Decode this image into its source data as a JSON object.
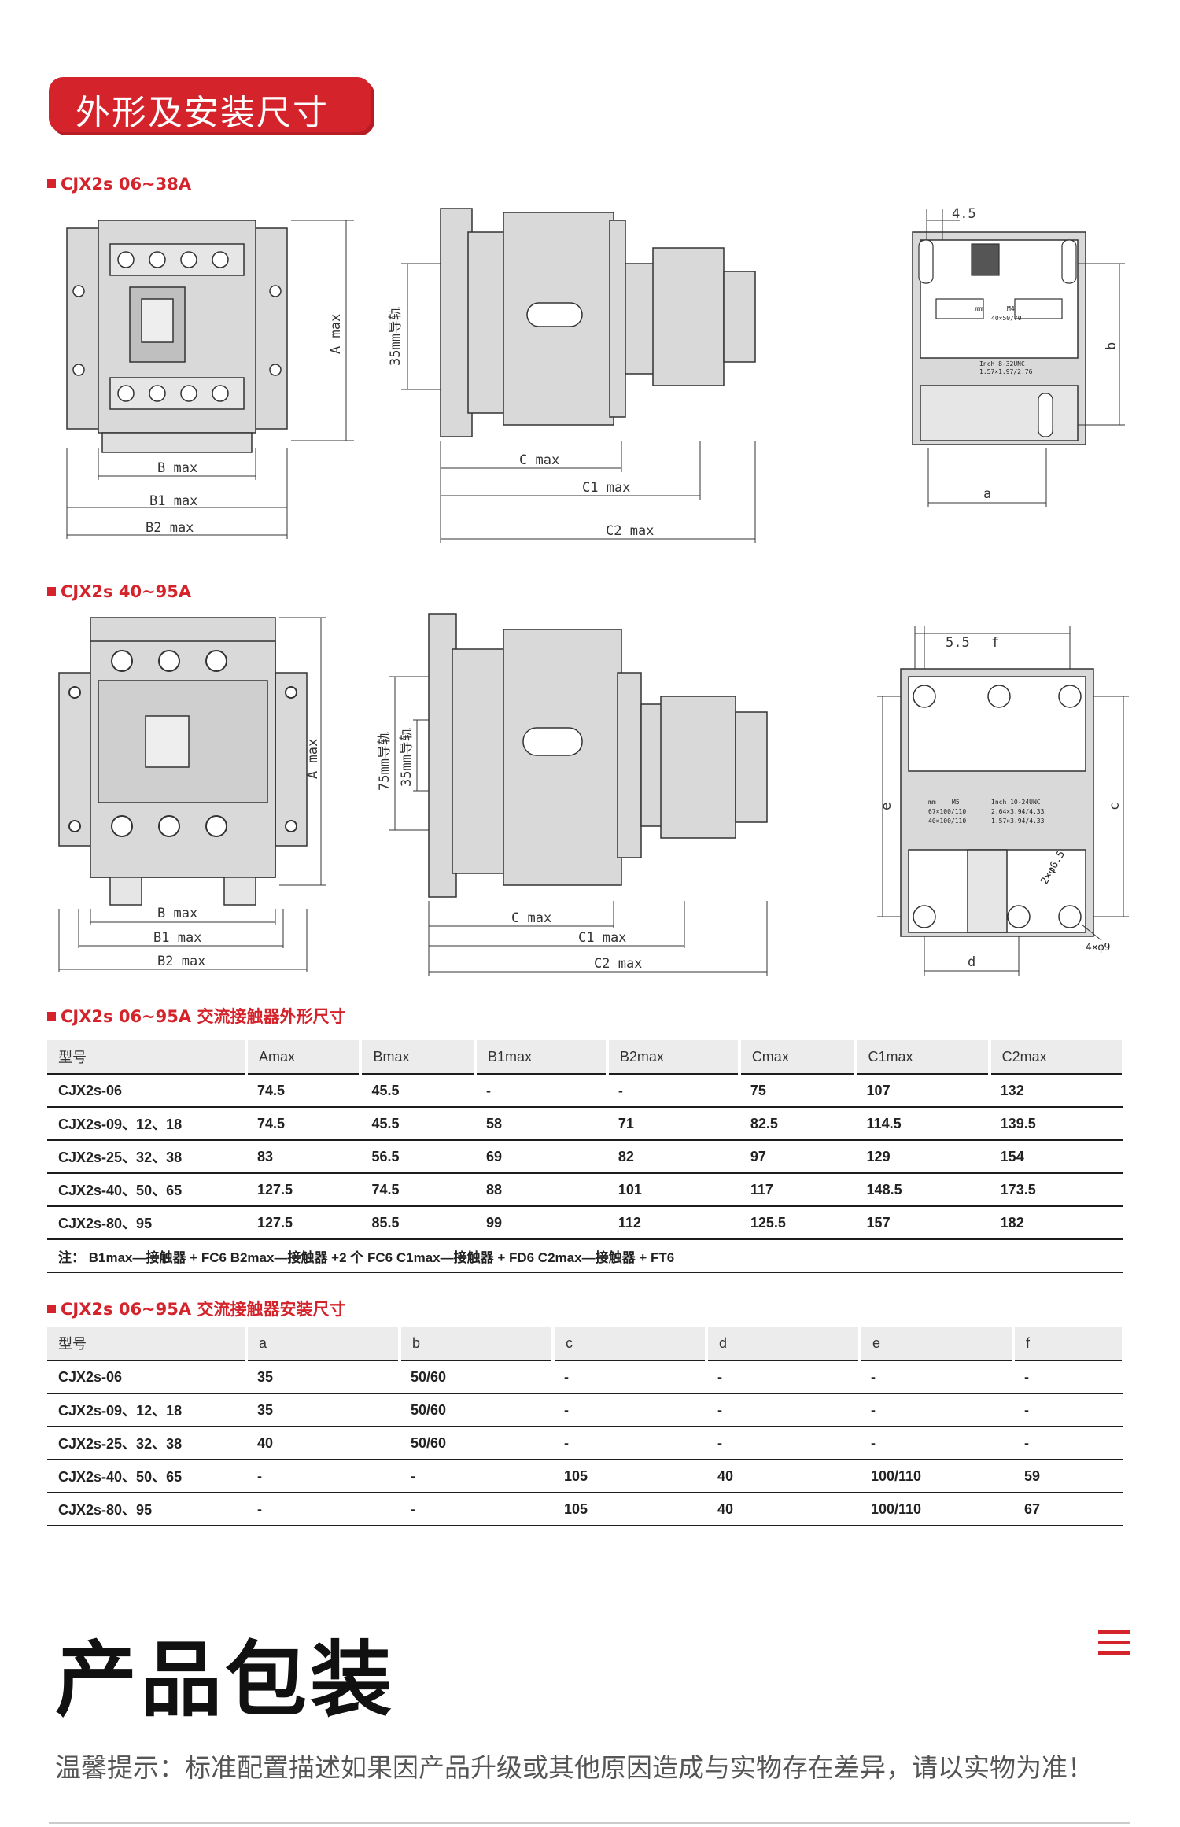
{
  "header": {
    "title": "外形及安装尺寸"
  },
  "section1": {
    "label": "CJX2s 06~38A",
    "dims": {
      "a_max": "A max",
      "b_max": "B max",
      "b1_max": "B1 max",
      "b2_max": "B2 max",
      "side_height": "35mm导轨",
      "c_max": "C max",
      "c1_max": "C1 max",
      "c2_max": "C2 max",
      "top_offset": "4.5",
      "a": "a",
      "b": "b",
      "mount_mm": "mm",
      "mount_m4": "M4",
      "mount_mm_val": "40×50/70",
      "mount_inch": "Inch 8-32UNC",
      "mount_inch_val": "1.57×1.97/2.76"
    }
  },
  "section2": {
    "label": "CJX2s 40~95A",
    "dims": {
      "a_max": "A max",
      "b_max": "B max",
      "b1_max": "B1 max",
      "b2_max": "B2 max",
      "rail75": "75mm导轨",
      "rail35": "35mm导轨",
      "c_max": "C max",
      "c1_max": "C1 max",
      "c2_max": "C2 max",
      "top_offset": "5.5",
      "f": "f",
      "e": "e",
      "c": "c",
      "d": "d",
      "hole1": "2×φ6.5",
      "hole2": "4×φ9",
      "m_mm": "mm",
      "m_m5": "M5",
      "m_inch": "Inch 10-24UNC",
      "m_r1a": "67×100/110",
      "m_r1b": "2.64×3.94/4.33",
      "m_r2a": "40×100/110",
      "m_r2b": "1.57×3.94/4.33"
    }
  },
  "table1": {
    "label": "CJX2s 06~95A 交流接触器外形尺寸",
    "headers": [
      "型号",
      "Amax",
      "Bmax",
      "B1max",
      "B2max",
      "Cmax",
      "C1max",
      "C2max"
    ],
    "rows": [
      [
        "CJX2s-06",
        "74.5",
        "45.5",
        "-",
        "-",
        "75",
        "107",
        "132"
      ],
      [
        "CJX2s-09、12、18",
        "74.5",
        "45.5",
        "58",
        "71",
        "82.5",
        "114.5",
        "139.5"
      ],
      [
        "CJX2s-25、32、38",
        "83",
        "56.5",
        "69",
        "82",
        "97",
        "129",
        "154"
      ],
      [
        "CJX2s-40、50、65",
        "127.5",
        "74.5",
        "88",
        "101",
        "117",
        "148.5",
        "173.5"
      ],
      [
        "CJX2s-80、95",
        "127.5",
        "85.5",
        "99",
        "112",
        "125.5",
        "157",
        "182"
      ]
    ],
    "note": "注： B1max—接触器 + FC6   B2max—接触器 +2 个 FC6   C1max—接触器 + FD6   C2max—接触器 + FT6"
  },
  "table2": {
    "label": "CJX2s 06~95A 交流接触器安装尺寸",
    "headers": [
      "型号",
      "a",
      "b",
      "c",
      "d",
      "e",
      "f"
    ],
    "rows": [
      [
        "CJX2s-06",
        "35",
        "50/60",
        "-",
        "-",
        "-",
        "-"
      ],
      [
        "CJX2s-09、12、18",
        "35",
        "50/60",
        "-",
        "-",
        "-",
        "-"
      ],
      [
        "CJX2s-25、32、38",
        "40",
        "50/60",
        "-",
        "-",
        "-",
        "-"
      ],
      [
        "CJX2s-40、50、65",
        "-",
        "-",
        "105",
        "40",
        "100/110",
        "59"
      ],
      [
        "CJX2s-80、95",
        "-",
        "-",
        "105",
        "40",
        "100/110",
        "67"
      ]
    ]
  },
  "packaging": {
    "title": "产品包装",
    "tip": "温馨提示：标准配置描述如果因产品升级或其他原因造成与实物存在差异，请以实物为准！"
  },
  "colors": {
    "accent": "#d4232b",
    "drawing_fill": "#d9d9d9",
    "drawing_stroke": "#333333"
  }
}
